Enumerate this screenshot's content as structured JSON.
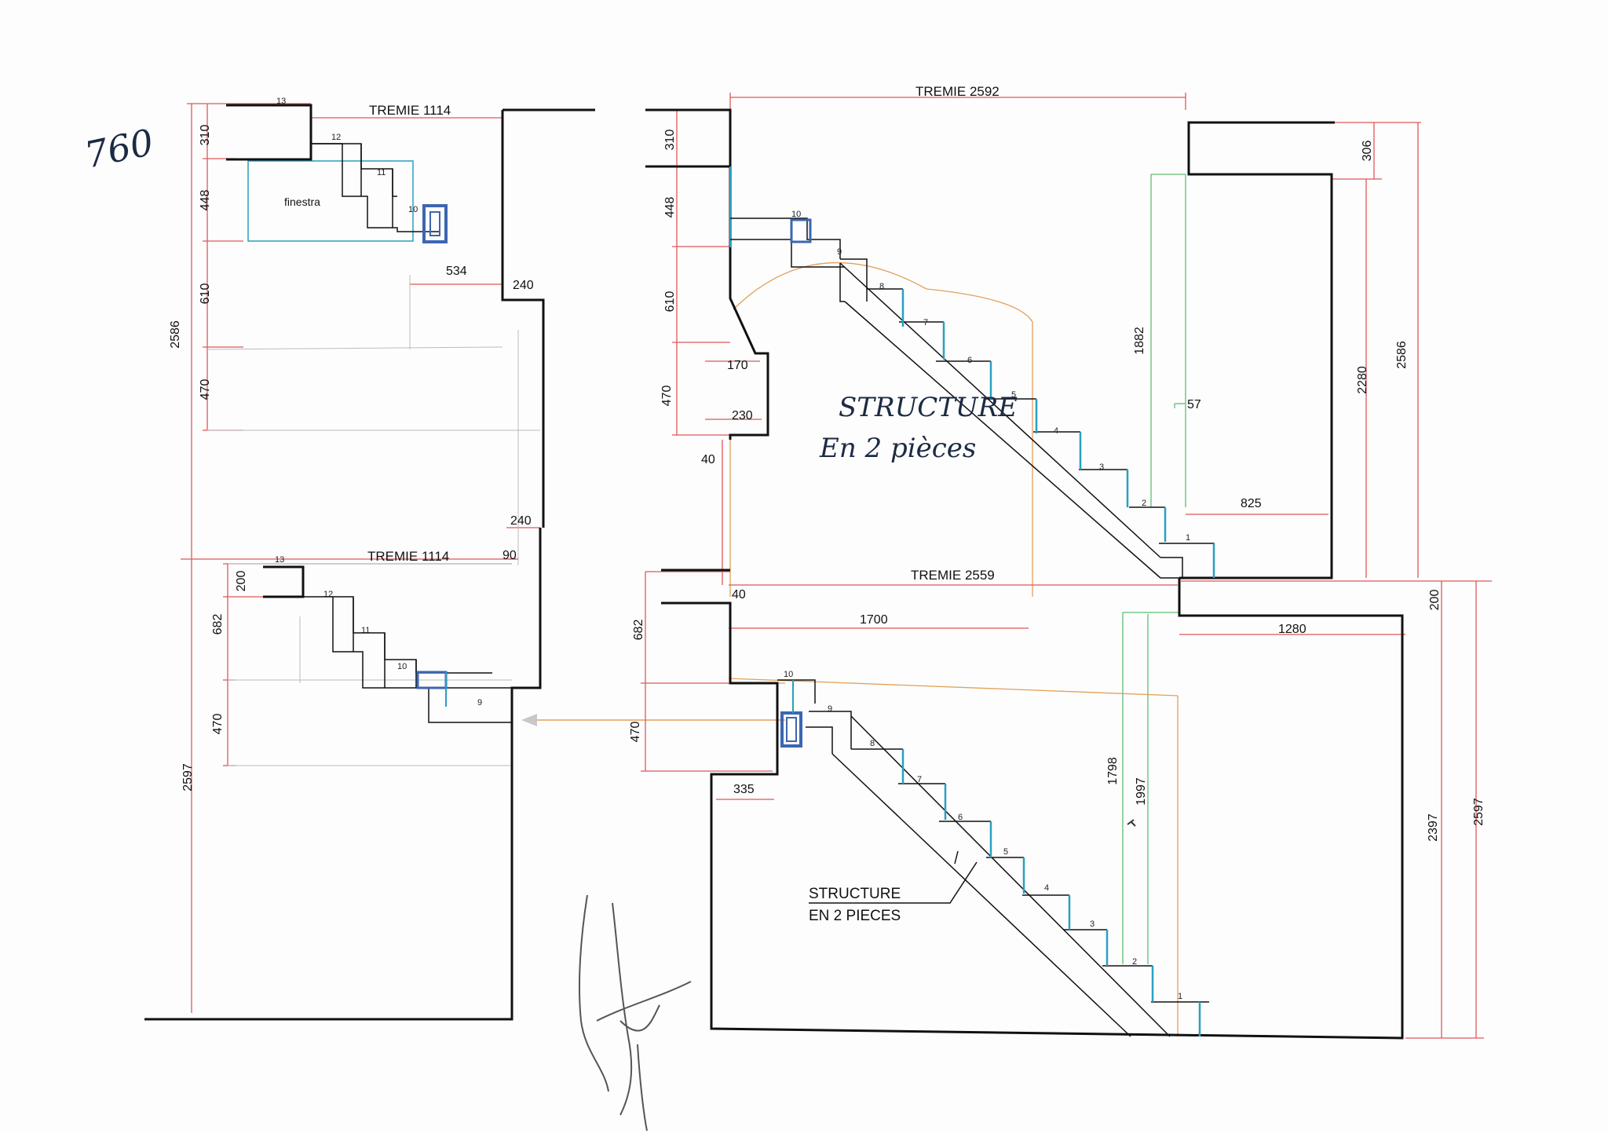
{
  "handwritten": {
    "corner_number": "760",
    "note_line1": "STRUCTURE",
    "note_line2": "En 2 pièces"
  },
  "left_plan": {
    "upper": {
      "tremie": "TREMIE 1114",
      "dims": {
        "d310": "310",
        "d448": "448",
        "d610": "610",
        "d470": "470",
        "d2586": "2586",
        "d534": "534",
        "d240a": "240",
        "d240b": "240",
        "d90": "90"
      },
      "window_label": "finestra",
      "steps": [
        "13",
        "12",
        "11",
        "10"
      ]
    },
    "lower": {
      "tremie": "TREMIE 1114",
      "dims": {
        "d200": "200",
        "d682": "682",
        "d470": "470",
        "d2597": "2597"
      },
      "steps": [
        "13",
        "12",
        "11",
        "10",
        "9"
      ]
    }
  },
  "right_plan": {
    "upper": {
      "tremie": "TREMIE 2592",
      "dims": {
        "d310": "310",
        "d448": "448",
        "d610": "610",
        "d470": "470",
        "d170": "170",
        "d230": "230",
        "d40": "40",
        "d1882": "1882",
        "d57": "57",
        "d825": "825",
        "d306": "306",
        "d2280": "2280",
        "d2586": "2586"
      },
      "steps": [
        "10",
        "9",
        "8",
        "7",
        "6",
        "5",
        "4",
        "3",
        "2",
        "1"
      ]
    },
    "lower": {
      "tremie": "TREMIE 2559",
      "dims": {
        "d40": "40",
        "d1700": "1700",
        "d682": "682",
        "d470": "470",
        "d335": "335",
        "d1280": "1280",
        "d200": "200",
        "d1798": "1798",
        "d1997": "1997",
        "d2397": "2397",
        "d2597": "2597"
      },
      "steps": [
        "10",
        "9",
        "8",
        "7",
        "6",
        "5",
        "4",
        "3",
        "2",
        "1"
      ],
      "structure_line1": "STRUCTURE",
      "structure_line2": "EN 2 PIECES"
    }
  },
  "colors": {
    "wall": "#111111",
    "dimension_red": "#e0575a",
    "green": "#5cbf73",
    "orange": "#e3a05a",
    "cyan": "#2a9fc2",
    "blue_profile": "#3c66b0",
    "pen": "#1c2a44"
  }
}
